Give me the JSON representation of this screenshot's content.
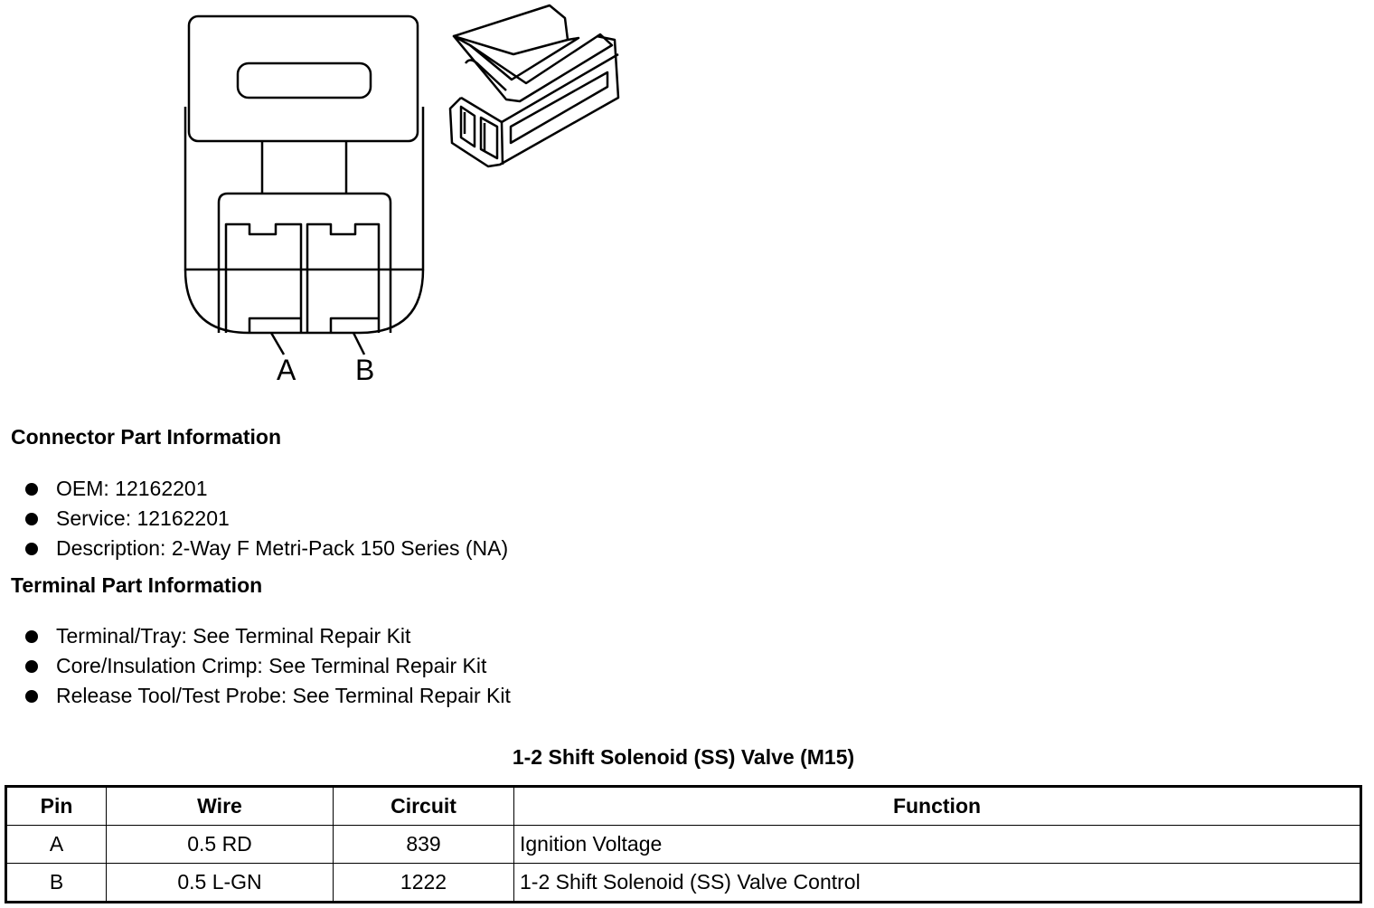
{
  "diagram": {
    "pin_labels": [
      "A",
      "B"
    ]
  },
  "connector_section": {
    "title": "Connector Part Information",
    "items": [
      "OEM: 12162201",
      "Service: 12162201",
      "Description: 2-Way F Metri-Pack 150 Series (NA)"
    ]
  },
  "terminal_section": {
    "title": "Terminal Part Information",
    "items": [
      "Terminal/Tray: See Terminal Repair Kit",
      "Core/Insulation Crimp: See Terminal Repair Kit",
      "Release Tool/Test Probe: See Terminal Repair Kit"
    ]
  },
  "table": {
    "title": "1-2 Shift Solenoid (SS) Valve (M15)",
    "headers": [
      "Pin",
      "Wire",
      "Circuit",
      "Function"
    ],
    "rows": [
      [
        "A",
        "0.5 RD",
        "839",
        "Ignition Voltage"
      ],
      [
        "B",
        "0.5 L-GN",
        "1222",
        "1-2 Shift Solenoid (SS) Valve Control"
      ]
    ]
  }
}
